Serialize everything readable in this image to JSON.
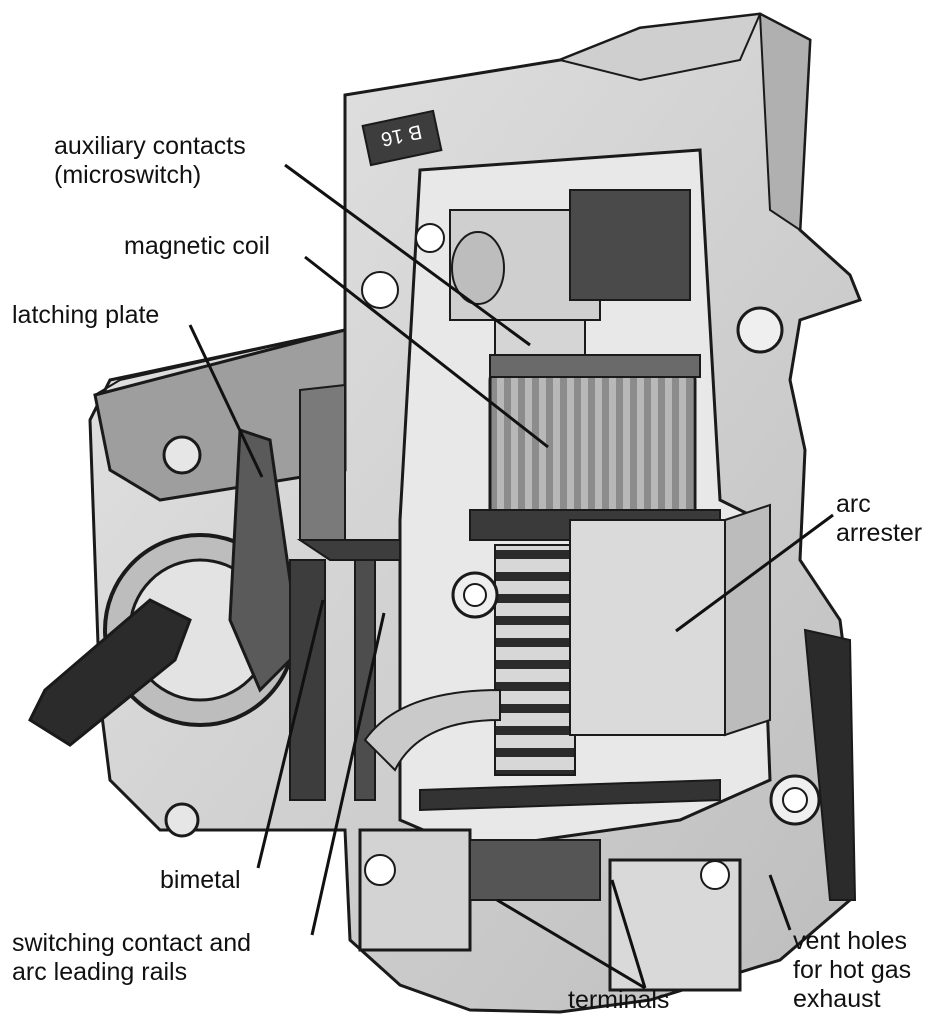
{
  "labels": {
    "auxiliary_contacts": {
      "line1": "auxiliary contacts",
      "line2": "(microswitch)"
    },
    "magnetic_coil": "magnetic coil",
    "latching_plate": "latching plate",
    "arc_arrester": {
      "line1": "arc",
      "line2": "arrester"
    },
    "bimetal": "bimetal",
    "switching_contact": {
      "line1": "switching contact and",
      "line2": "arc leading rails"
    },
    "terminals": "terminals",
    "vent_holes": {
      "line1": "vent holes",
      "line2": "for hot gas",
      "line3": "exhaust"
    }
  },
  "device_marking": "B 16",
  "colors": {
    "background": "#ffffff",
    "housing_light": "#d9d9d9",
    "housing_mid": "#a8a8a8",
    "housing_dark": "#5a5a5a",
    "outline": "#1a1a1a",
    "leader_line": "#111111"
  }
}
